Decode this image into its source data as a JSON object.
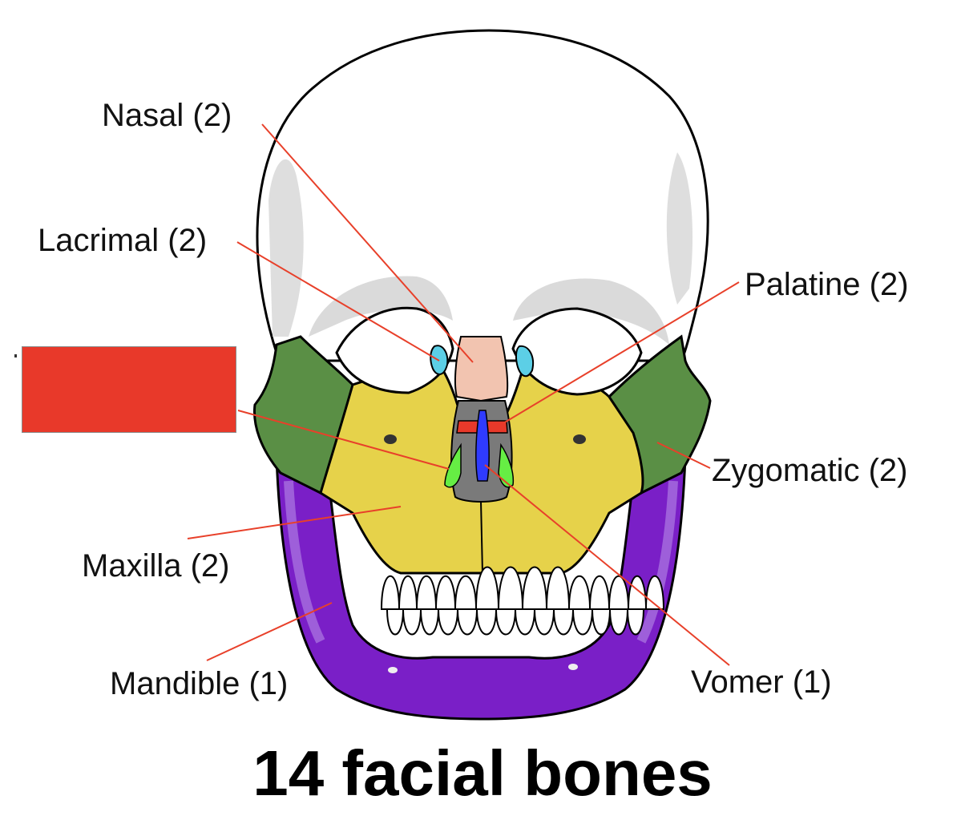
{
  "title": "14 facial bones",
  "labels": {
    "nasal": "Nasal (2)",
    "lacrimal": "Lacrimal (2)",
    "palatine": "Palatine (2)",
    "zygomatic": "Zygomatic (2)",
    "maxilla": "Maxilla (2)",
    "mandible": "Mandible (1)",
    "vomer": "Vomer (1)"
  },
  "colors": {
    "leader_line": "#e8402a",
    "mask_box": "#e8392a",
    "nasal": "#f2c4b0",
    "lacrimal": "#5ccfe6",
    "zygomatic": "#5a8f45",
    "maxilla": "#e6d24a",
    "mandible": "#7a1fc7",
    "vomer": "#2f3bff",
    "palatine": "#e8392a",
    "inferior_concha": "#66ee44",
    "nasal_cavity": "#7a7a7a",
    "skull": "#ffffff",
    "skull_shade": "#d6d6d6",
    "outline": "#000000"
  }
}
